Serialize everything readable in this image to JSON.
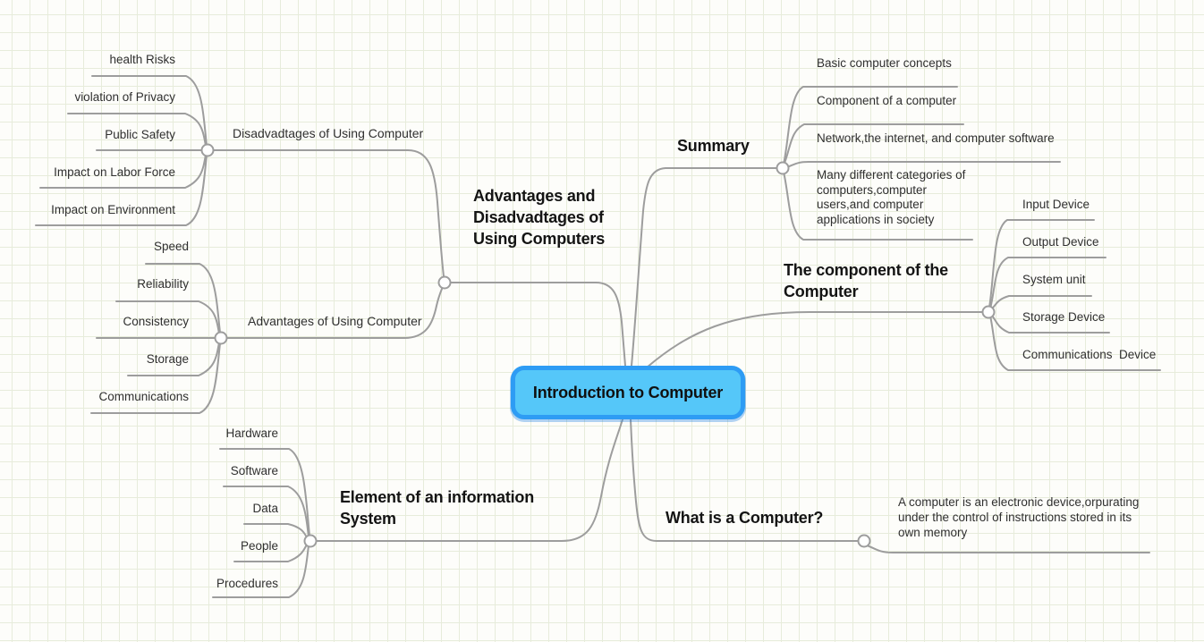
{
  "canvas": {
    "background_color": "#fdfdfa",
    "grid_color": "#e7ecdb",
    "connector_color": "#9d9d9d"
  },
  "root_topic": {
    "label": "Introduction to Computer",
    "fill_color": "#55c7f9",
    "border_color": "#2e9cf4"
  },
  "branches": [
    {
      "label": "Summary",
      "children": [
        "Basic computer concepts",
        "Component of a computer",
        "Network,the internet, and computer software",
        "Many different categories of computers,computer users,and computer applications in society"
      ]
    },
    {
      "label": "The component of the Computer",
      "children": [
        "Input Device",
        "Output Device",
        "System unit",
        "Storage Device",
        "Communications  Device"
      ]
    },
    {
      "label": "What is a Computer?",
      "children": [
        "A computer is an electronic device,orpurating under the control of instructions stored in its own memory"
      ]
    },
    {
      "label": "Advantages and Disadvadtages of Using Computers",
      "children": [
        {
          "label": "Disadvadtages of Using Computer",
          "children": [
            "health Risks",
            "violation of Privacy",
            "Public Safety",
            "Impact on Labor Force",
            "Impact on Environment"
          ]
        },
        {
          "label": "Advantages of Using Computer",
          "children": [
            "Speed",
            "Reliability",
            "Consistency",
            "Storage",
            "Communications"
          ]
        }
      ]
    },
    {
      "label": "Element of an information System",
      "children": [
        "Hardware",
        "Software",
        "Data",
        "People",
        "Procedures"
      ]
    }
  ]
}
